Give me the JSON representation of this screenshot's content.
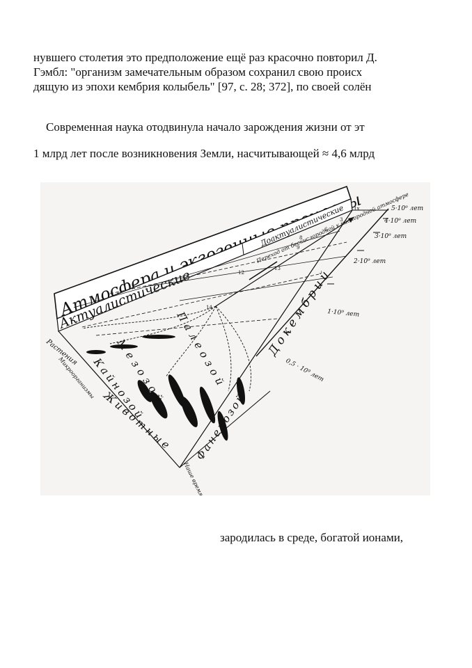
{
  "text": {
    "paragraph1_lines": [
      "нувшего столетия это предположение ещё раз красочно повторил Д.",
      "Гэмбл: \"организм замечательным образом сохранил свою происх",
      "дящую из эпохи кембрия колыбель\" [97, с. 28; 372], по своей солён"
    ],
    "paragraph2": "Современная наука отодвинула начало зарождения жизни от эт",
    "paragraph3": "1 млрд лет после возникновения Земли, насчитывающей ≈ 4,6 млрд",
    "paragraph4": "зародилась в среде, богатой ионами,"
  },
  "figure": {
    "top_band": "Атмосфера и экзогенные процессы",
    "actual_band": "Актуалистические",
    "preactual_band": "Доактуалистические",
    "transition_label": "Переход от бескислородной к кислородной атмосфере",
    "eon_precambrian": "Докембрий",
    "eon_phanerozoic": "Фанерозой",
    "era_paleozoic": "Палеозой",
    "era_mesozoic": "Мезозой",
    "era_cenozoic": "Кайнозой",
    "kingdom_plants": "Растения",
    "kingdom_microorganisms": "Микроорганизмы",
    "kingdom_animals": "Животные",
    "our_time": "Наше время",
    "scale_labels": [
      "5·10⁹ лет",
      "4·10⁹ лет",
      "3·10⁹ лет",
      "2·10⁹ лет",
      "1·10⁹ лет",
      "0,5 · 10⁹ лет"
    ],
    "markers": [
      "1x",
      "3",
      "8",
      "6",
      "9",
      "13",
      "12",
      "14"
    ]
  }
}
